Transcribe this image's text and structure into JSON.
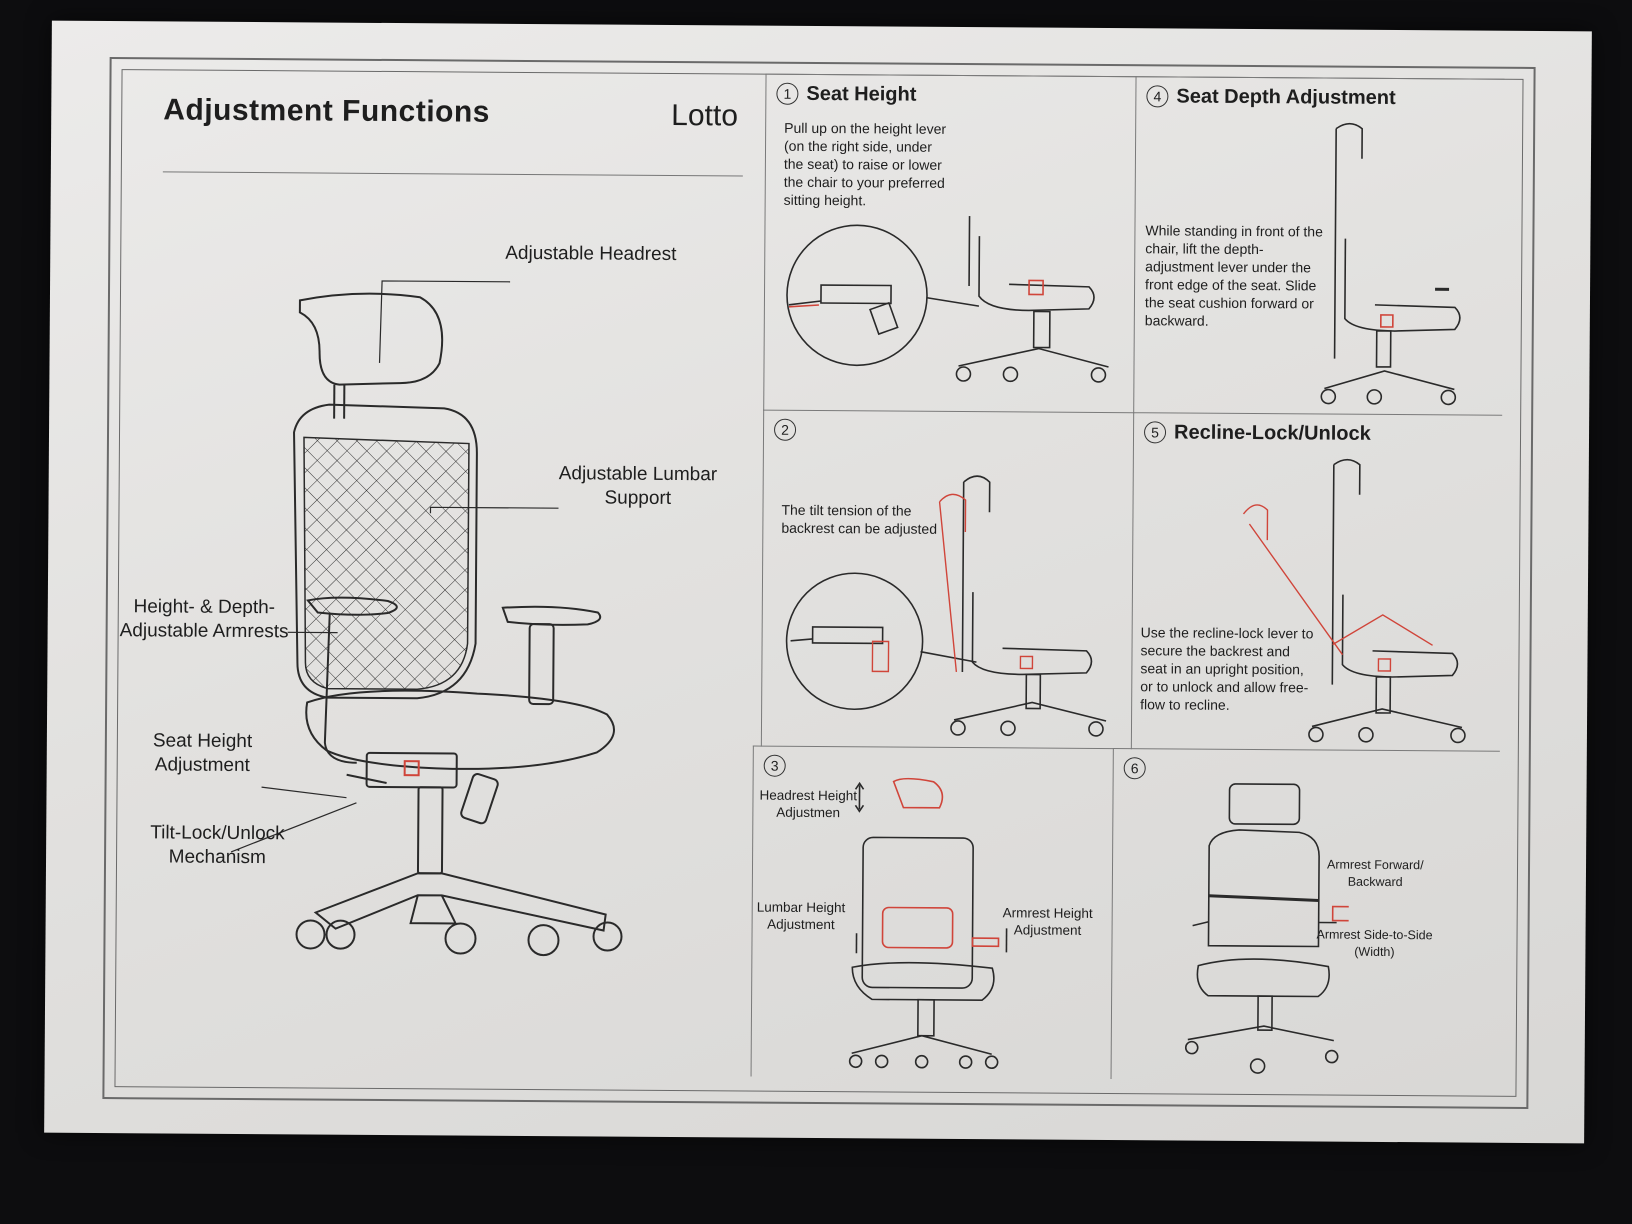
{
  "header": {
    "title": "Adjustment Functions",
    "model": "Lotto"
  },
  "main_callouts": {
    "headrest": "Adjustable Headrest",
    "lumbar_line1": "Adjustable Lumbar",
    "lumbar_line2": "Support",
    "armrests_line1": "Height- & Depth-",
    "armrests_line2": "Adjustable Armrests",
    "seat_height_line1": "Seat Height",
    "seat_height_line2": "Adjustment",
    "tilt_line1": "Tilt-Lock/Unlock",
    "tilt_line2": "Mechanism"
  },
  "panels": {
    "p1": {
      "num": "1",
      "title": "Seat Height",
      "text": "Pull up on the height lever (on the right side, under the seat) to raise or lower the chair to your preferred sitting height."
    },
    "p2": {
      "num": "2",
      "text": "The tilt tension of the backrest can be adjusted"
    },
    "p3": {
      "num": "3",
      "headrest_line1": "Headrest Height",
      "headrest_line2": "Adjustmen",
      "lumbar_line1": "Lumbar Height",
      "lumbar_line2": "Adjustment",
      "armrest_line1": "Armrest Height",
      "armrest_line2": "Adjustment"
    },
    "p4": {
      "num": "4",
      "title": "Seat Depth Adjustment",
      "text": "While standing in front of the chair, lift the depth-adjustment lever under the front edge of the seat. Slide the seat cushion forward or backward."
    },
    "p5": {
      "num": "5",
      "title": "Recline-Lock/Unlock",
      "text": "Use the recline-lock lever to secure the backrest and seat in an upright position, or to unlock and allow free-flow to recline."
    },
    "p6": {
      "num": "6",
      "fb_line1": "Armrest Forward/",
      "fb_line2": "Backward",
      "ss_line1": "Armrest Side-to-Side",
      "ss_line2": "(Width)"
    }
  },
  "colors": {
    "paper": "#e6e5e3",
    "ink": "#1e1e1e",
    "accent": "#d0453a"
  },
  "icons": [
    "office-chair-illustration",
    "lever-detail-icon",
    "updown-arrow-icon"
  ]
}
